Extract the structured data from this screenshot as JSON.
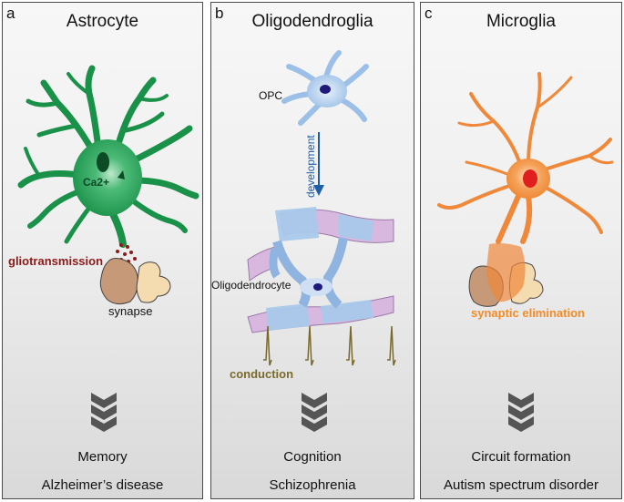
{
  "panels": [
    {
      "letter": "a",
      "title": "Astrocyte",
      "ion_label": "Ca2+",
      "process_label": "gliotransmission",
      "structure_label": "synapse",
      "outcome": "Memory",
      "disease": "Alzheimer’s disease"
    },
    {
      "letter": "b",
      "title": "Oligodendroglia",
      "precursor_label": "OPC",
      "arrow_label": "development",
      "cell_label": "Oligodendrocyte",
      "process_label": "conduction",
      "outcome": "Cognition",
      "disease": "Schizophrenia"
    },
    {
      "letter": "c",
      "title": "Microglia",
      "process_label": "synaptic elimination",
      "outcome": "Circuit formation",
      "disease": "Autism spectrum disorder"
    }
  ],
  "colors": {
    "astrocyte": "#1f9a4e",
    "gliotransmission": "#8b1a1a",
    "opc": "#a9c8ea",
    "myelin": "#d9b8e0",
    "development_arrow": "#1f5fa8",
    "conduction": "#7a6a2a",
    "microglia": "#f0883a",
    "microglia_nucleus": "#e0201e",
    "synaptic_elimination": "#f28c28",
    "chevron": "#555555"
  }
}
